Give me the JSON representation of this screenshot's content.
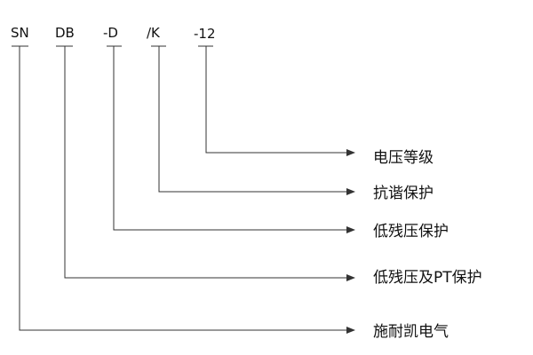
{
  "diagram": {
    "colors": {
      "line": "#333333",
      "text": "#111111",
      "background": "#ffffff"
    },
    "segments": [
      {
        "code": "SN",
        "description": "施耐凯电气"
      },
      {
        "code": "DB",
        "description": "低残压及PT保护"
      },
      {
        "code": "-D",
        "description": "低残压保护"
      },
      {
        "code": "/K",
        "description": "抗谐保护"
      },
      {
        "code": "-12",
        "description": "电压等级"
      }
    ]
  }
}
